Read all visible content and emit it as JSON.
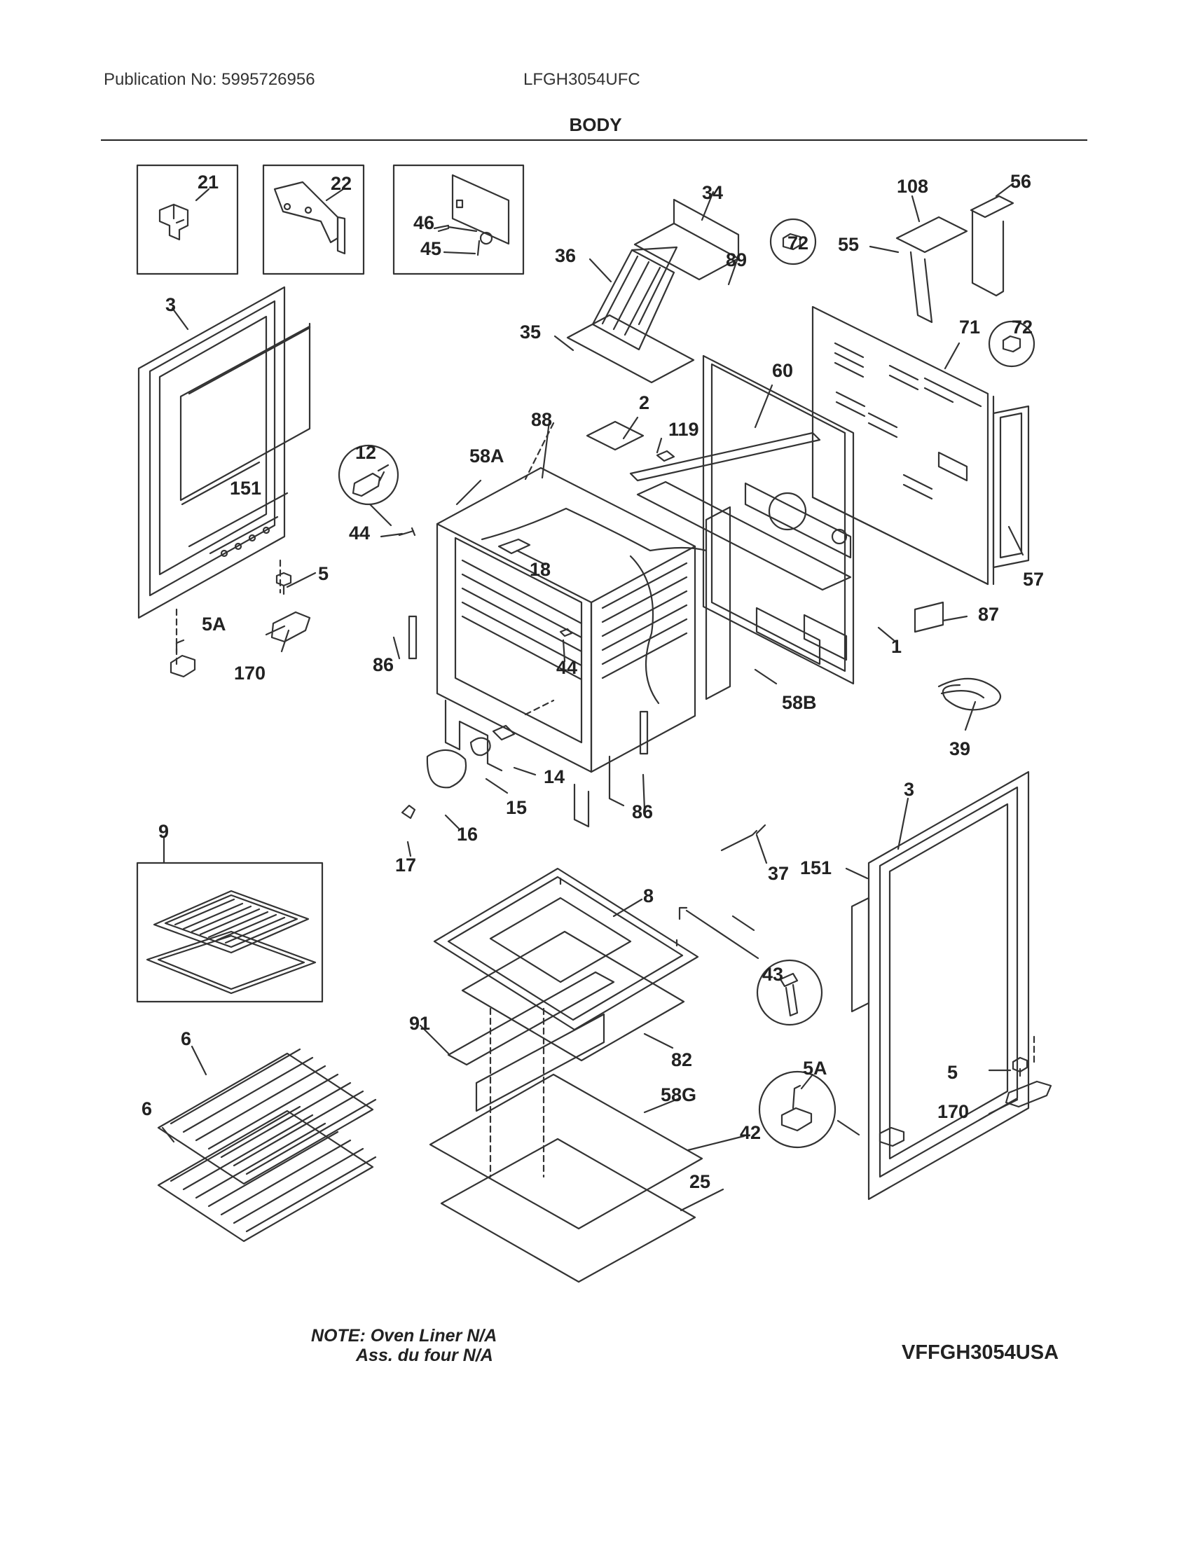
{
  "header": {
    "publication": "Publication No: 5995726956",
    "model": "LFGH3054UFC",
    "section_title": "BODY"
  },
  "footer": {
    "note_line1": "NOTE: Oven Liner N/A",
    "note_line2": "Ass. du four N/A",
    "diagram_code": "VFFGH3054USA"
  },
  "parts": [
    {
      "id": "l21",
      "text": "21"
    },
    {
      "id": "l22",
      "text": "22"
    },
    {
      "id": "l46",
      "text": "46"
    },
    {
      "id": "l45",
      "text": "45"
    },
    {
      "id": "l34",
      "text": "34"
    },
    {
      "id": "l36",
      "text": "36"
    },
    {
      "id": "l89",
      "text": "89"
    },
    {
      "id": "l72a",
      "text": "72"
    },
    {
      "id": "l108",
      "text": "108"
    },
    {
      "id": "l56",
      "text": "56"
    },
    {
      "id": "l55",
      "text": "55"
    },
    {
      "id": "l3a",
      "text": "3"
    },
    {
      "id": "l35",
      "text": "35"
    },
    {
      "id": "l71",
      "text": "71"
    },
    {
      "id": "l72b",
      "text": "72"
    },
    {
      "id": "l60",
      "text": "60"
    },
    {
      "id": "l2",
      "text": "2"
    },
    {
      "id": "l88",
      "text": "88"
    },
    {
      "id": "l119",
      "text": "119"
    },
    {
      "id": "l12",
      "text": "12"
    },
    {
      "id": "l58A",
      "text": "58A"
    },
    {
      "id": "l151a",
      "text": "151"
    },
    {
      "id": "l44a",
      "text": "44"
    },
    {
      "id": "l18",
      "text": "18"
    },
    {
      "id": "l57",
      "text": "57"
    },
    {
      "id": "l5a",
      "text": "5"
    },
    {
      "id": "l5Aa",
      "text": "5A"
    },
    {
      "id": "l87",
      "text": "87"
    },
    {
      "id": "l1",
      "text": "1"
    },
    {
      "id": "l170a",
      "text": "170"
    },
    {
      "id": "l86a",
      "text": "86"
    },
    {
      "id": "l44b",
      "text": "44"
    },
    {
      "id": "l58B",
      "text": "58B"
    },
    {
      "id": "l39",
      "text": "39"
    },
    {
      "id": "l14",
      "text": "14"
    },
    {
      "id": "l15",
      "text": "15"
    },
    {
      "id": "l3b",
      "text": "3"
    },
    {
      "id": "l86b",
      "text": "86"
    },
    {
      "id": "l9",
      "text": "9"
    },
    {
      "id": "l16",
      "text": "16"
    },
    {
      "id": "l17",
      "text": "17"
    },
    {
      "id": "l37",
      "text": "37"
    },
    {
      "id": "l151b",
      "text": "151"
    },
    {
      "id": "l8",
      "text": "8"
    },
    {
      "id": "l43",
      "text": "43"
    },
    {
      "id": "l91",
      "text": "91"
    },
    {
      "id": "l6a",
      "text": "6"
    },
    {
      "id": "l82",
      "text": "82"
    },
    {
      "id": "l5Ab",
      "text": "5A"
    },
    {
      "id": "l6b",
      "text": "6"
    },
    {
      "id": "l58G",
      "text": "58G"
    },
    {
      "id": "l5b",
      "text": "5"
    },
    {
      "id": "l42",
      "text": "42"
    },
    {
      "id": "l170b",
      "text": "170"
    },
    {
      "id": "l25",
      "text": "25"
    }
  ]
}
